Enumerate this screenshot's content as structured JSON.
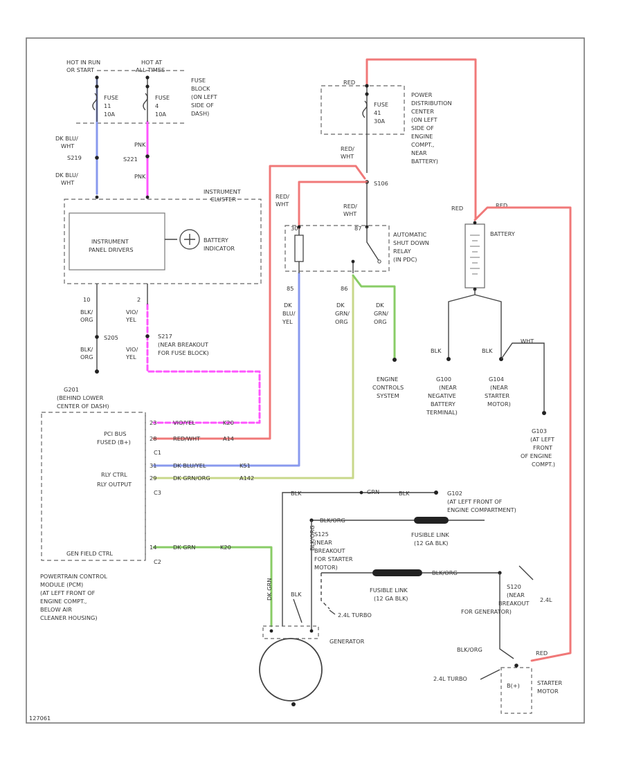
{
  "colors": {
    "red": "#f07878",
    "pink": "#ff55ff",
    "blue": "#8899ee",
    "green": "#88cc66",
    "dark": "#444444",
    "fusible": "#222222"
  },
  "top": {
    "hot_run": "HOT IN RUN",
    "hot_run_2": "OR START",
    "hot_at": "HOT AT",
    "hot_at_2": "ALL TIMES",
    "fuse11_a": "FUSE",
    "fuse11_b": "11",
    "fuse11_c": "10A",
    "fuse4_a": "FUSE",
    "fuse4_b": "4",
    "fuse4_c": "10A",
    "fuse_block": [
      "FUSE",
      "BLOCK",
      "(ON LEFT",
      "SIDE OF",
      "DASH)"
    ],
    "dk_blu_wht_1": [
      "DK BLU/",
      "WHT"
    ],
    "dk_blu_wht_2": [
      "DK BLU/",
      "WHT"
    ],
    "s219": "S219",
    "s221": "S221",
    "pnk_1": "PNK",
    "pnk_2": "PNK"
  },
  "cluster": {
    "title": [
      "INSTRUMENT",
      "CLUSTER"
    ],
    "panel_drivers": [
      "INSTRUMENT",
      "PANEL DRIVERS"
    ],
    "battery_indicator": [
      "BATTERY",
      "INDICATOR"
    ],
    "pin_10": "10",
    "pin_2": "2",
    "blk_org_1": [
      "BLK/",
      "ORG"
    ],
    "blk_org_2": [
      "BLK/",
      "ORG"
    ],
    "vio_yel_1": [
      "VIO/",
      "YEL"
    ],
    "vio_yel_2": [
      "VIO/",
      "YEL"
    ],
    "s205": "S205",
    "s217": [
      "S217",
      "(NEAR BREAKOUT",
      "FOR FUSE BLOCK)"
    ],
    "g201": [
      "G201",
      "(BEHIND LOWER",
      "CENTER OF DASH)"
    ]
  },
  "pdc": {
    "red": "RED",
    "fuse_a": "FUSE",
    "fuse_b": "41",
    "fuse_c": "30A",
    "label": [
      "POWER",
      "DISTRIBUTION",
      "CENTER",
      "(ON LEFT",
      "SIDE OF",
      "ENGINE",
      "COMPT.,",
      "NEAR",
      "BATTERY)"
    ],
    "red_wht": [
      "RED/",
      "WHT"
    ],
    "s106": "S106",
    "red_wht_2": [
      "RED/",
      "WHT"
    ],
    "red_wht_3": [
      "RED/",
      "WHT"
    ],
    "asd_relay": [
      "AUTOMATIC",
      "SHUT DOWN",
      "RELAY",
      "(IN PDC)"
    ],
    "pin_30": "30",
    "pin_87": "87",
    "pin_85": "85",
    "pin_86": "86",
    "dk_blu_yel": [
      "DK",
      "BLU/",
      "YEL"
    ],
    "dk_grn_org_1": [
      "DK",
      "GRN/",
      "ORG"
    ],
    "dk_grn_org_2": [
      "DK",
      "GRN/",
      "ORG"
    ],
    "engine_controls": [
      "ENGINE",
      "CONTROLS",
      "SYSTEM"
    ]
  },
  "battery": {
    "red_1": "RED",
    "red_2": "RED",
    "label": "BATTERY",
    "blk_1": "BLK",
    "blk_2": "BLK",
    "wht": "WHT",
    "g100": [
      "G100",
      "(NEAR",
      "NEGATIVE",
      "BATTERY",
      "TERMINAL)"
    ],
    "g104": [
      "G104",
      "(NEAR",
      "STARTER",
      "MOTOR)"
    ],
    "g103": [
      "G103",
      "(AT LEFT",
      "FRONT",
      "OF ENGINE",
      "COMPT.)"
    ]
  },
  "pcm": {
    "pcm_bus_1": "PCI BUS",
    "pcm_bus_2": "FUSED (B+)",
    "c1": "C1",
    "rly_ctrl": "RLY CTRL",
    "rly_output": "RLY OUTPUT",
    "c3": "C3",
    "gen_field": "GEN FIELD CTRL",
    "c2": "C2",
    "w1": "VIO/YEL",
    "w1n": "K20",
    "w2": "RED/WHT",
    "w2n": "A14",
    "w3": "DK BLU/YEL",
    "w3n": "K51",
    "w4": "DK GRN/ORG",
    "w4n": "A142",
    "w5": "DK GRN",
    "w5n": "K20",
    "p_w1": "23",
    "p_w2": "28",
    "p_w3": "31",
    "p_w4": "29",
    "p_w5": "14",
    "label": [
      "POWERTRAIN CONTROL",
      "MODULE (PCM)",
      "(AT LEFT FRONT OF",
      "ENGINE COMPT.,",
      "BELOW AIR",
      "CLEANER HOUSING)"
    ]
  },
  "generator": {
    "blk": "BLK",
    "grn": "GRN",
    "blk_2": "BLK",
    "g102": [
      "G102",
      "(AT LEFT FRONT OF",
      "ENGINE COMPARTMENT)"
    ],
    "blk_org_1": "BLK/ORG",
    "fusible_1": [
      "FUSIBLE LINK",
      "(12 GA BLK)"
    ],
    "s125": [
      "S125",
      "(NEAR",
      "BREAKOUT",
      "FOR STARTER",
      "MOTOR)"
    ],
    "blk_org_2": "BLK/ORG",
    "fusible_2": [
      "FUSIBLE LINK",
      "(12 GA BLK)"
    ],
    "s120": [
      "S120",
      "(NEAR",
      "BREAKOUT",
      "FOR GENERATOR)"
    ],
    "dk_grn_v": "DK GRN",
    "blk_org_v": "BLK/ORG",
    "label": "GENERATOR",
    "blk_3": "BLK",
    "turbo_2": "2.4L TURBO",
    "turbo_1": "2.4L TURBO",
    "l24": "2.4L",
    "blk_org_3": "BLK/ORG",
    "red": "RED",
    "b_plus": "B(+)",
    "starter": [
      "STARTER",
      "MOTOR"
    ],
    "ref": "127061"
  }
}
